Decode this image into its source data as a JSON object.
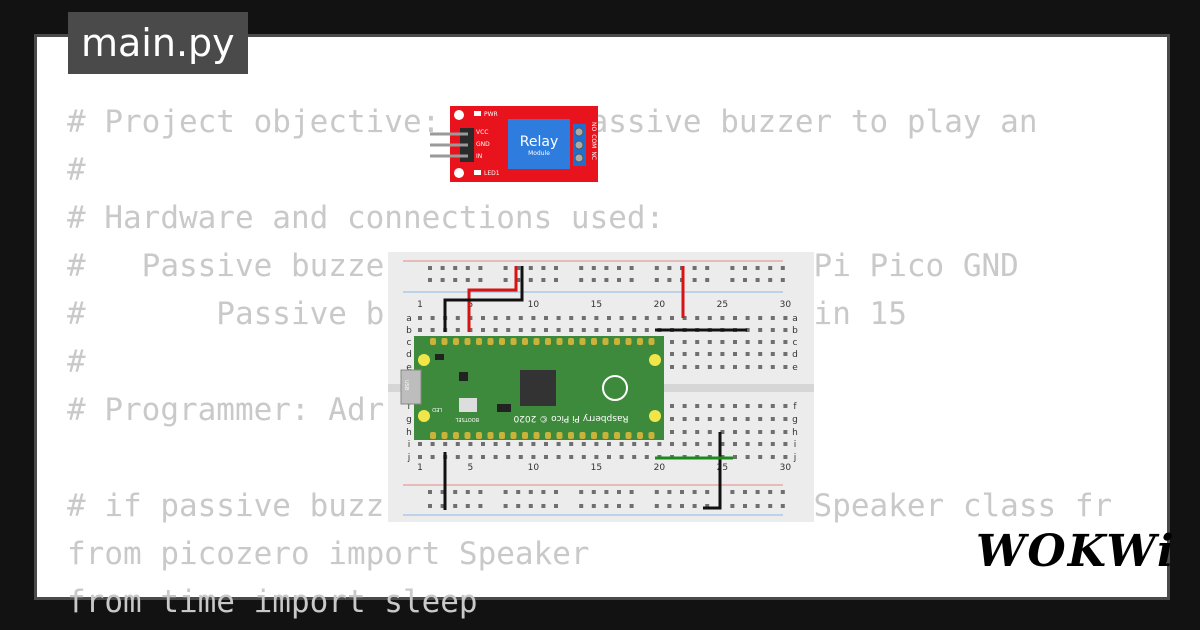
{
  "tab": {
    "title": "main.py"
  },
  "code": {
    "lines": [
      "# Project objective: Use a passive buzzer to play an",
      "#",
      "# Hardware and connections used:",
      "#   Passive buzzer GND Pin to Raspberry Pi Pico GND",
      "#       Passive buzzer I/O Pin to GPIO Pin 15",
      "#",
      "# Programmer: Adrian Josele G. Quional",
      "",
      "# if passive buzzer is used, import the Speaker class fr",
      "from picozero import Speaker",
      "from time import sleep"
    ]
  },
  "relay": {
    "title": "Relay",
    "subtitle": "Module",
    "pins": [
      "VCC",
      "GND",
      "IN"
    ],
    "outputs": [
      "NO",
      "COM",
      "NC"
    ],
    "led_labels": [
      "PWR",
      "LED1"
    ]
  },
  "pico": {
    "name": "Raspberry Pi Pico © 2020",
    "bootsel": "BOOTSEL",
    "led": "LED",
    "usb": "USB"
  },
  "breadboard": {
    "column_numbers": [
      "1",
      "5",
      "10",
      "15",
      "20",
      "25",
      "30"
    ],
    "rows_top": [
      "a",
      "b",
      "c",
      "d",
      "e"
    ],
    "rows_bottom": [
      "f",
      "g",
      "h",
      "i",
      "j"
    ]
  },
  "brand": {
    "logo": "WOKWi"
  },
  "colors": {
    "background": "#121212",
    "code": "#c9c9c9",
    "tab": "#4a4a4a",
    "pcb": "#e8131c",
    "pico": "#3e8a3c"
  }
}
